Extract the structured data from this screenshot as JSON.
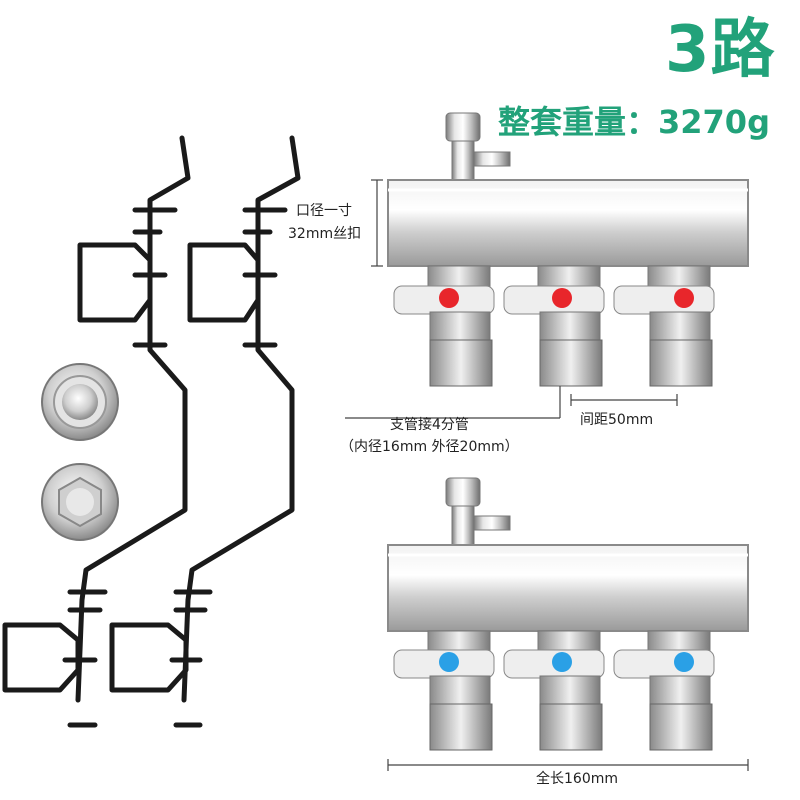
{
  "header": {
    "ways": "3路",
    "weight": "整套重量：3270g"
  },
  "labels": {
    "inlet_line1": "口径一寸",
    "inlet_line2": "32mm丝扣",
    "branch_line1": "支管接4分管",
    "branch_line2": "（内径16mm 外径20mm）",
    "spacing": "间距50mm",
    "total_length": "全长160mm"
  },
  "colors": {
    "accent": "#22a27a",
    "hot_knob": "#e8262b",
    "cold_knob": "#2aa0e6",
    "bracket": "#1a1a1a"
  }
}
